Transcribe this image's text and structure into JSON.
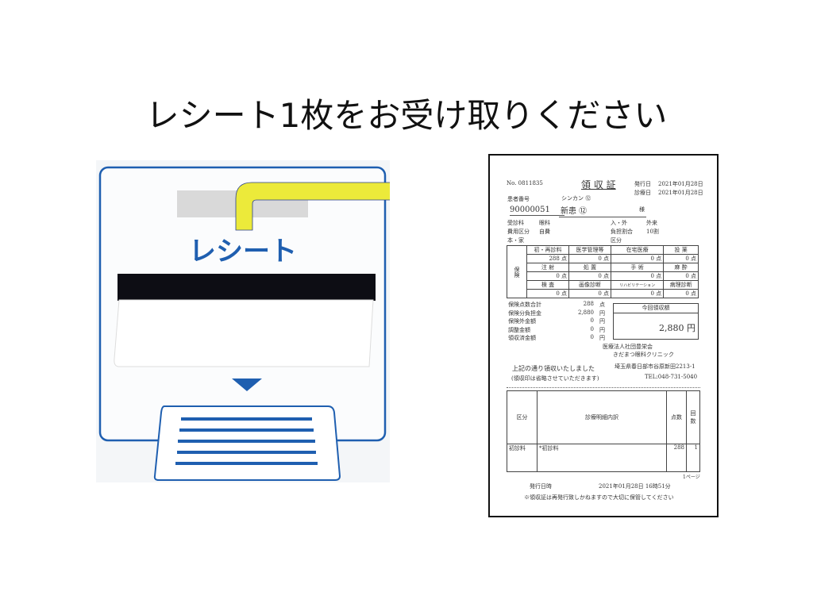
{
  "title": "レシート1枚をお受け取りください",
  "machine": {
    "label": "レシート",
    "colors": {
      "blue": "#1f5fb0",
      "arrow": "#ecea3a"
    }
  },
  "receipt": {
    "no": "No. 0811835",
    "title": "領 収 証",
    "issue_label": "発行日",
    "issue_date": "2021年01月28日",
    "visit_label": "診療日",
    "visit_date": "2021年01月28日",
    "patient_no_label": "患者番号",
    "patient_no": "90000051",
    "kana": "シンカン ⑫",
    "name": "新患 ⑫",
    "honorific": "様",
    "info": [
      [
        "受診科",
        "眼科",
        "入・外",
        "外来"
      ],
      [
        "費用区分",
        "自費",
        "負担割合",
        "10割"
      ],
      [
        "本・家",
        "",
        "区分",
        ""
      ]
    ],
    "insurance_label": "保険",
    "grid": [
      [
        "初・再診料",
        "医学管理等",
        "在宅医療",
        "投 薬"
      ],
      [
        "288 点",
        "0 点",
        "0 点",
        "0 点"
      ],
      [
        "注 射",
        "処 置",
        "手 術",
        "麻 酔"
      ],
      [
        "0 点",
        "0 点",
        "0 点",
        "0 点"
      ],
      [
        "検 査",
        "画像診断",
        "リハビリテーション",
        "病理診断"
      ],
      [
        "0 点",
        "0 点",
        "0 点",
        "0 点"
      ]
    ],
    "summary": [
      [
        "保険点数合計",
        "288",
        "点"
      ],
      [
        "保険分負担金",
        "2,880",
        "円"
      ],
      [
        "保険外金額",
        "0",
        "円"
      ],
      [
        "調整金額",
        "0",
        "円"
      ],
      [
        "領収済金額",
        "0",
        "円"
      ]
    ],
    "amount_label": "今回領収額",
    "amount": "2,880 円",
    "clinic1": "医療法人社団豊栄会",
    "clinic2": "きだまつ眼科クリニック",
    "received": "上記の通り領収いたしました",
    "stamp_note": "(領収印は省略させていただきます)",
    "address": "埼玉県春日部市谷原新田2213-1",
    "tel": "TEL:048-731-5040",
    "detail_headers": [
      "区分",
      "診療明細内訳",
      "点数",
      "回数"
    ],
    "detail_rows": [
      [
        "初診料",
        "*初診料",
        "288",
        "1"
      ]
    ],
    "page": "1ページ",
    "issued_label": "発行日時",
    "issued": "2021年01月28日 16時51分",
    "note": "※領収証は再発行致しかねますので大切に保管してください"
  }
}
